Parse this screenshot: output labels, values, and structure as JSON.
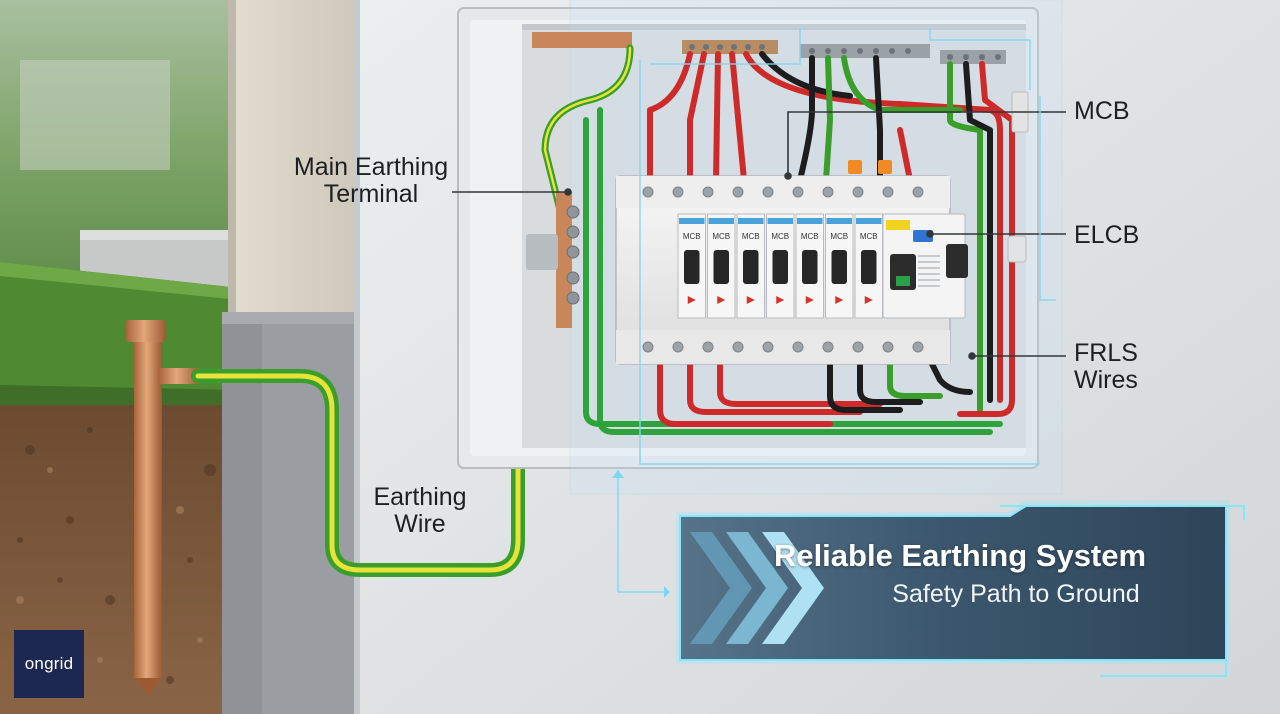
{
  "labels": {
    "main_earthing_terminal": [
      "Main Earthing",
      "Terminal"
    ],
    "mcb": "MCB",
    "elcb": "ELCB",
    "frls_wires": [
      "FRLS",
      "Wires"
    ],
    "earthing_wire": [
      "Earthing",
      "Wire"
    ]
  },
  "banner": {
    "title": "Reliable Earthing System",
    "subtitle": "Safety Path to Ground"
  },
  "breaker_labels": [
    "MCB",
    "MCB",
    "MCB",
    "MCB",
    "MCB",
    "MCB",
    "MCB"
  ],
  "logo": "ongrid",
  "colors": {
    "earth_wire_green": "#3a9e2a",
    "earth_wire_yellow": "#e8e33a",
    "live_wire_red": "#cf2a2a",
    "neutral_wire_black": "#1d1d1f",
    "copper": "#c07a4a",
    "banner_bg": "#3f5a6e",
    "banner_glow": "#86e6ff",
    "logo_bg": "#1c2752"
  }
}
